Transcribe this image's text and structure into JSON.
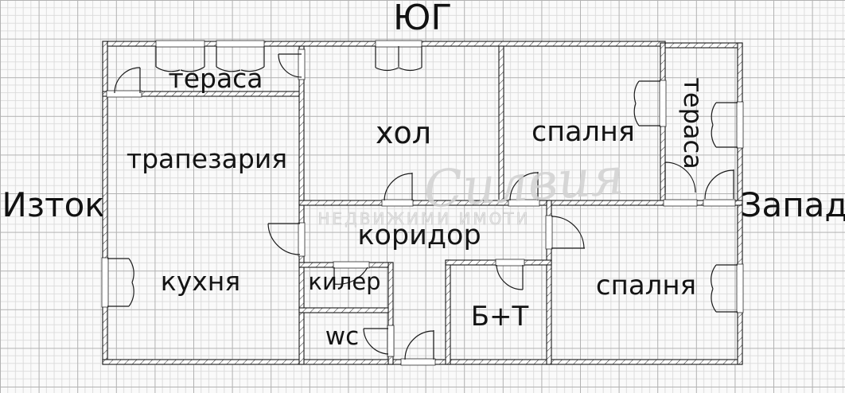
{
  "compass": {
    "south": "ЮГ",
    "east": "Изток",
    "west": "Запад"
  },
  "rooms": {
    "terrace_top_left": "тераса",
    "dining_room": "трапезария",
    "living_room": "хол",
    "bedroom_top": "спалня",
    "terrace_right": "тераса",
    "corridor": "коридор",
    "kitchen": "кухня",
    "pantry": "килер",
    "wc": "wc",
    "bath_toilet": "Б+Т",
    "bedroom_bottom": "спалня"
  },
  "watermark": {
    "signature": "Силвия",
    "caption": "НЕДВИЖИМИ ИМОТИ"
  },
  "colors": {
    "background": "#fafafa",
    "grid_minor": "#dadada",
    "grid_major": "#b2b2b2",
    "line": "#1a1a1a",
    "watermark": "#cccccc"
  }
}
